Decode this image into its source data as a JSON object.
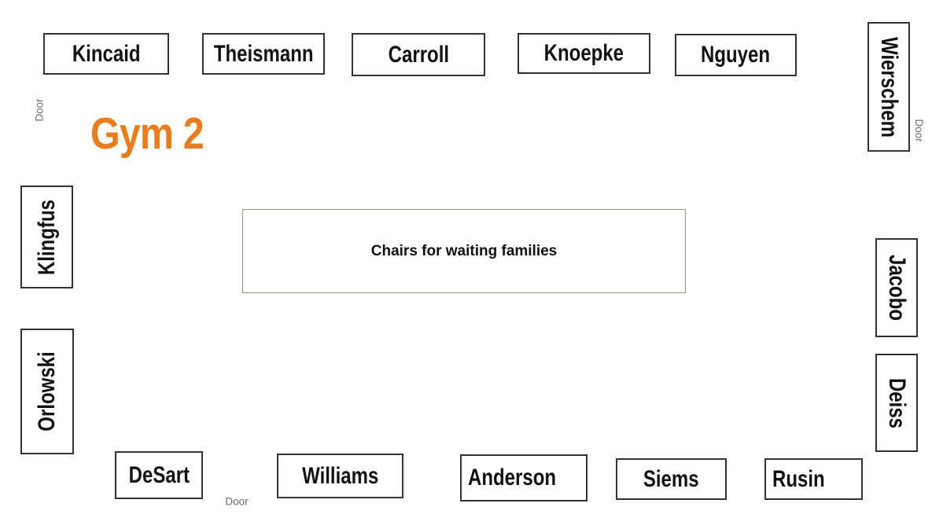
{
  "title": {
    "text": "Gym 2",
    "color": "#E87C1E"
  },
  "center_box": {
    "label": "Chairs for waiting families"
  },
  "doors": {
    "left": "Door",
    "right": "Door",
    "bottom": "Door"
  },
  "tables": {
    "kincaid": "Kincaid",
    "theismann": "Theismann",
    "carroll": "Carroll",
    "knoepke": "Knoepke",
    "nguyen": "Nguyen",
    "wierschem": "Wierschem",
    "jacobo": "Jacobo",
    "deiss": "Deiss",
    "klingfus": "Klingfus",
    "orlowski": "Orlowski",
    "desart": "DeSart",
    "williams": "Williams",
    "anderson": "Anderson",
    "siems": "Siems",
    "rusin": "Rusin"
  },
  "colors": {
    "table_border": "#333333",
    "center_box_border": "#9C9489",
    "door_text": "#6B6B6B",
    "title_orange": "#E87C1E",
    "background": "#FFFFFF"
  }
}
